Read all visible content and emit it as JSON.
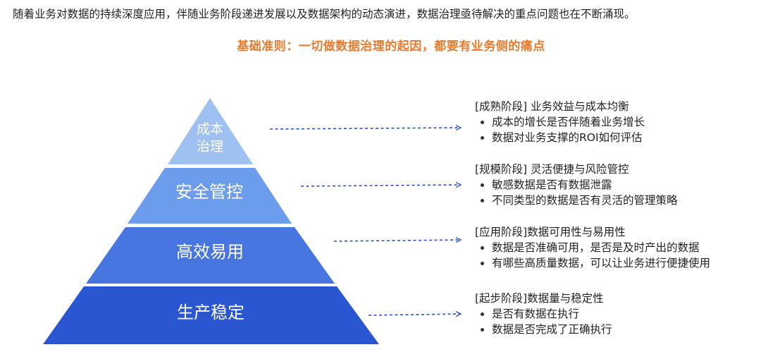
{
  "intro_text": "随着业务对数据的持续深度应用，伴随业务阶段递进发展以及数据架构的动态演进，数据治理亟待解决的重点问题也在不断涌现。",
  "subtitle": "基础准则：一切做数据治理的起因，都要有业务侧的痛点",
  "colors": {
    "subtitle": "#ec7a2c",
    "arrow": "#2a53c8",
    "tier_cost": "#9fc1f2",
    "tier_security": "#6c9cec",
    "tier_efficiency": "#4876e0",
    "tier_stability": "#2b56d2"
  },
  "pyramid": {
    "tiers": [
      {
        "label_lines": [
          "成本",
          "治理"
        ]
      },
      {
        "label": "安全管控"
      },
      {
        "label": "高效易用"
      },
      {
        "label": "生产稳定"
      }
    ]
  },
  "stages": [
    {
      "title": "[成熟阶段] 业务效益与成本均衡",
      "bullets": [
        "成本的增长是否伴随着业务增长",
        "数据对业务支撑的ROI如何评估"
      ]
    },
    {
      "title": "[规模阶段] 灵活便捷与风险管控",
      "bullets": [
        "敏感数据是否有数据泄露",
        "不同类型的数据是否有灵活的管理策略"
      ]
    },
    {
      "title": "[应用阶段]数据可用性与易用性",
      "bullets": [
        "数据是否准确可用，是否是及时产出的数据",
        "有哪些高质量数据，可以让业务进行便捷使用"
      ]
    },
    {
      "title": "[起步阶段]数据量与稳定性",
      "bullets": [
        "是否有数据在执行",
        "数据是否完成了正确执行"
      ]
    }
  ]
}
